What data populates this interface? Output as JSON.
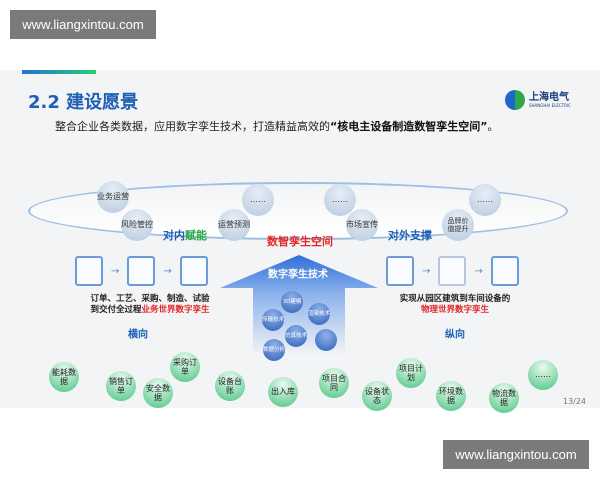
{
  "watermarks": {
    "top": "www.liangxintou.com",
    "bottom": "www.liangxintou.com"
  },
  "slide": {
    "title": "2.2 建设愿景",
    "subtitle_plain": "整合企业各类数据，应用数字孪生技术，打造精益高效的",
    "subtitle_bold": "“核电主设备制造数智孪生空间”",
    "subtitle_end": "。",
    "logo": {
      "name": "上海电气",
      "en": "SHANGHAI ELECTRIC"
    },
    "top_bubbles": [
      "业务运营",
      "风险管控",
      "运营预测",
      "……",
      "……",
      "市场宣传",
      "品牌价值提升",
      "……"
    ],
    "inner_label_a": "对内",
    "inner_label_b": "赋能",
    "outer_label": "对外支撑",
    "space_label": "数智孪生空间",
    "arrow_label": "数字孪生技术",
    "arrow_bubbles": [
      "3D建模",
      "传输技术",
      "渲染技术",
      "仿真技术",
      "数据分析",
      ""
    ],
    "left_desc_1": "订单、工艺、采购、制造、试验",
    "left_desc_2a": "到交付全过程",
    "left_desc_2b": "业务世界数字孪生",
    "right_desc_1": "实现从园区建筑到车间设备的",
    "right_desc_2": "物理世界数字孪生",
    "horizontal": "横向",
    "vertical": "纵向",
    "arrow_glyph": "→",
    "bottom_bubbles": [
      "能耗数据",
      "销售订单",
      "安全数据",
      "采购订单",
      "设备台账",
      "出入库",
      "项目合同",
      "设备状态",
      "项目计划",
      "环境数据",
      "物流数据",
      "……"
    ],
    "page": "13/24"
  },
  "colors": {
    "title": "#1d5fb5",
    "accent_red": "#e22828",
    "green": "#2aa84a"
  }
}
